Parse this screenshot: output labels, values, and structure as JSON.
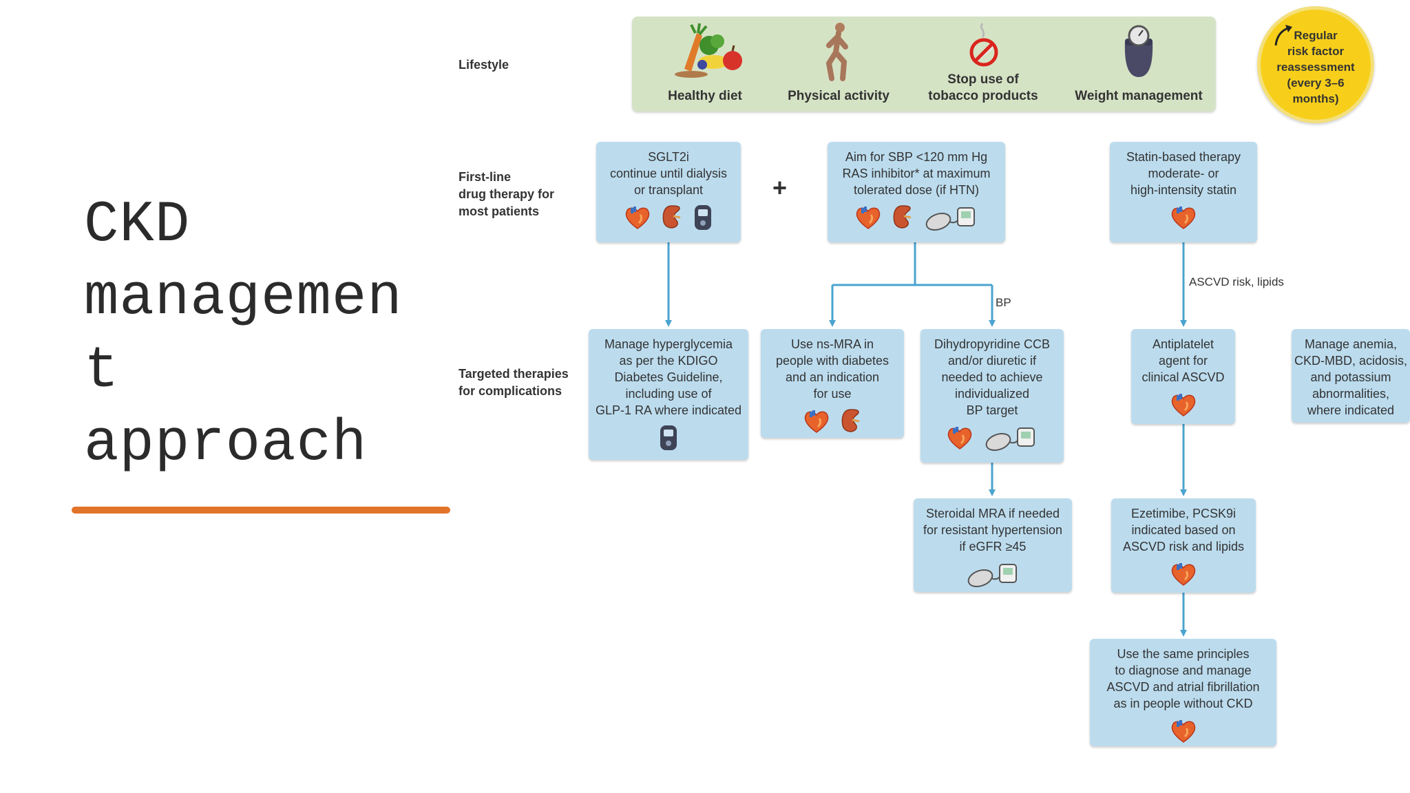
{
  "slide": {
    "title_lines": [
      "CKD",
      "managemen",
      "t",
      "approach"
    ],
    "underline_color": "#e2742a"
  },
  "colors": {
    "band": "#d5e3c5",
    "box": "#bcdcee",
    "connector": "#4aa3cf",
    "reassess": "#f7cf1a",
    "reassess_ring": "#f4e07a"
  },
  "rows": {
    "lifestyle": [
      "Lifestyle"
    ],
    "first_line": [
      "First-line",
      "drug therapy for",
      "most patients"
    ],
    "targeted": [
      "Targeted therapies",
      "for complications"
    ]
  },
  "lifestyle": [
    {
      "icon": "healthy-diet-icon",
      "label": [
        "Healthy diet"
      ]
    },
    {
      "icon": "physical-activity-icon",
      "label": [
        "Physical activity"
      ]
    },
    {
      "icon": "no-smoking-icon",
      "label": [
        "Stop use of",
        "tobacco products"
      ]
    },
    {
      "icon": "weight-scale-icon",
      "label": [
        "Weight management"
      ]
    }
  ],
  "reassessment": {
    "lines": [
      "Regular",
      "risk factor",
      "reassessment",
      "(every 3–6",
      "months)"
    ],
    "icon": "cycle-arrow-icon"
  },
  "plus": "+",
  "boxes": {
    "sglt2i": {
      "lines": [
        "SGLT2i",
        "continue until dialysis",
        "or transplant"
      ],
      "icons": [
        "heart-icon",
        "kidney-icon",
        "glucometer-icon"
      ]
    },
    "ras": {
      "lines": [
        "Aim for SBP <120 mm Hg",
        "RAS inhibitor* at maximum",
        "tolerated dose (if HTN)"
      ],
      "icons": [
        "heart-icon",
        "kidney-icon",
        "bp-monitor-icon"
      ]
    },
    "statin": {
      "lines": [
        "Statin-based therapy",
        "moderate- or",
        "high-intensity statin"
      ],
      "icons": [
        "heart-icon"
      ]
    },
    "hyperglycemia": {
      "lines": [
        "Manage hyperglycemia",
        "as per the KDIGO",
        "Diabetes Guideline,",
        "including use of",
        "GLP-1 RA where indicated"
      ],
      "icons": [
        "glucometer-icon"
      ]
    },
    "nsmra": {
      "lines": [
        "Use ns-MRA in",
        "people with diabetes",
        "and an indication",
        "for use"
      ],
      "icons": [
        "heart-icon",
        "kidney-icon"
      ]
    },
    "ccb": {
      "lines": [
        "Dihydropyridine CCB",
        "and/or diuretic if",
        "needed to achieve",
        "individualized",
        "BP target"
      ],
      "icons": [
        "heart-icon",
        "bp-monitor-icon"
      ]
    },
    "antiplatelet": {
      "lines": [
        "Antiplatelet",
        "agent for",
        "clinical ASCVD"
      ],
      "icons": [
        "heart-icon"
      ]
    },
    "anemia": {
      "lines": [
        "Manage anemia,",
        "CKD-MBD, acidosis,",
        "and potassium",
        "abnormalities,",
        "where indicated"
      ],
      "icons": []
    },
    "steroidal_mra": {
      "lines": [
        "Steroidal MRA if needed",
        "for resistant hypertension",
        "if eGFR ≥45"
      ],
      "icons": [
        "bp-monitor-icon"
      ]
    },
    "ezetimibe": {
      "lines": [
        "Ezetimibe, PCSK9i",
        "indicated based on",
        "ASCVD risk and lipids"
      ],
      "icons": [
        "heart-icon"
      ]
    },
    "same_principles": {
      "lines": [
        "Use the same principles",
        "to diagnose and manage",
        "ASCVD and atrial fibrillation",
        "as in people without CKD"
      ],
      "icons": [
        "heart-icon"
      ]
    }
  },
  "edge_labels": {
    "bp": "BP",
    "ascvd": "ASCVD risk, lipids"
  }
}
